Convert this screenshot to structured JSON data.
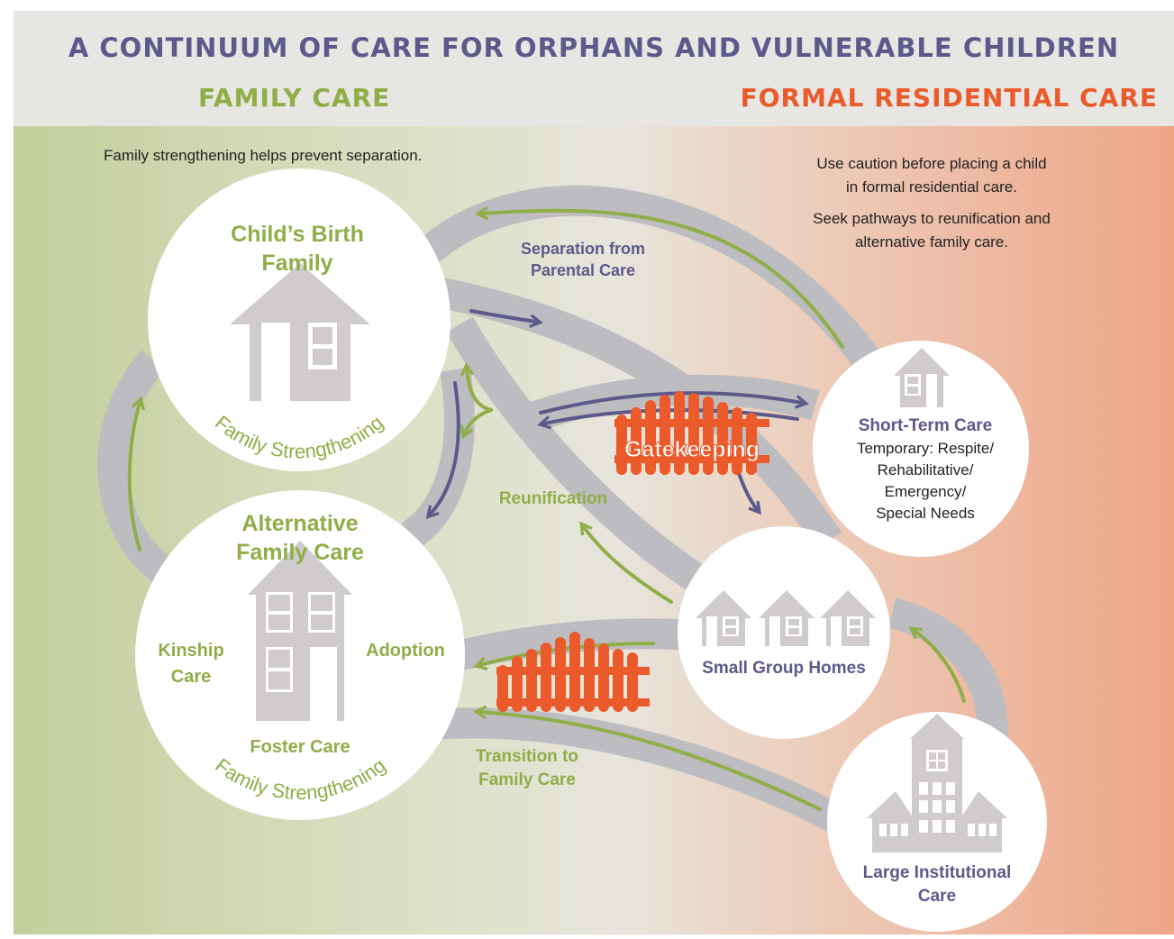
{
  "title": "A CONTINUUM OF CARE FOR ORPHANS AND VULNERABLE CHILDREN",
  "subtitle_left": "FAMILY CARE",
  "subtitle_right": "FORMAL RESIDENTIAL CARE",
  "notes": {
    "left": "Family strengthening helps prevent separation.",
    "right_line1": "Use caution before placing a child",
    "right_line2": "in formal residential care.",
    "right_line3": "Seek pathways to reunification and",
    "right_line4": "alternative family care."
  },
  "nodes": {
    "birth_family": {
      "line1": "Child’s Birth",
      "line2": "Family",
      "arc": "Family Strengthening"
    },
    "alternative": {
      "line1": "Alternative",
      "line2": "Family Care",
      "kinship1": "Kinship",
      "kinship2": "Care",
      "adoption": "Adoption",
      "foster": "Foster Care",
      "arc": "Family Strengthening"
    },
    "short_term": {
      "title": "Short-Term Care",
      "line1": "Temporary: Respite/",
      "line2": "Rehabilitative/",
      "line3": "Emergency/",
      "line4": "Special Needs"
    },
    "small_group": {
      "title": "Small Group Homes"
    },
    "large_inst": {
      "line1": "Large Institutional",
      "line2": "Care"
    }
  },
  "paths": {
    "separation1": "Separation from",
    "separation2": "Parental Care",
    "reunification": "Reunification",
    "transition1": "Transition to",
    "transition2": "Family Care",
    "gatekeeping": "Gatekeeping"
  },
  "colors": {
    "purple": "#5c5a8a",
    "green": "#8fae48",
    "orange": "#ea5a2a",
    "road": "#bdbcc0",
    "house": "#cfcbcf"
  }
}
